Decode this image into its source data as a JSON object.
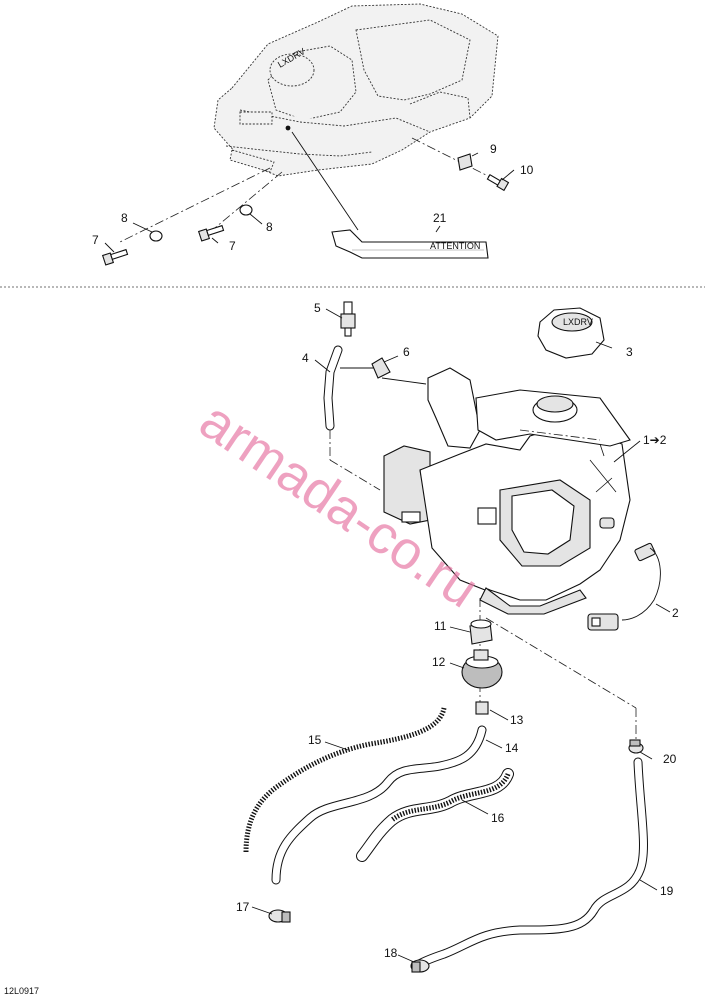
{
  "watermark": "armada-co.ru",
  "figure_code": "12L0917",
  "decal_text": "ATTENTION",
  "callouts": [
    {
      "id": "c1",
      "text": "1➔2"
    },
    {
      "id": "c2",
      "text": "2"
    },
    {
      "id": "c3",
      "text": "3"
    },
    {
      "id": "c4",
      "text": "4"
    },
    {
      "id": "c5",
      "text": "5"
    },
    {
      "id": "c6",
      "text": "6"
    },
    {
      "id": "c7a",
      "text": "7"
    },
    {
      "id": "c7b",
      "text": "7"
    },
    {
      "id": "c8a",
      "text": "8"
    },
    {
      "id": "c8b",
      "text": "8"
    },
    {
      "id": "c9",
      "text": "9"
    },
    {
      "id": "c10",
      "text": "10"
    },
    {
      "id": "c11",
      "text": "11"
    },
    {
      "id": "c12",
      "text": "12"
    },
    {
      "id": "c13",
      "text": "13"
    },
    {
      "id": "c14",
      "text": "14"
    },
    {
      "id": "c15",
      "text": "15"
    },
    {
      "id": "c16",
      "text": "16"
    },
    {
      "id": "c17",
      "text": "17"
    },
    {
      "id": "c18",
      "text": "18"
    },
    {
      "id": "c19",
      "text": "19"
    },
    {
      "id": "c20",
      "text": "20"
    },
    {
      "id": "c21",
      "text": "21"
    }
  ]
}
